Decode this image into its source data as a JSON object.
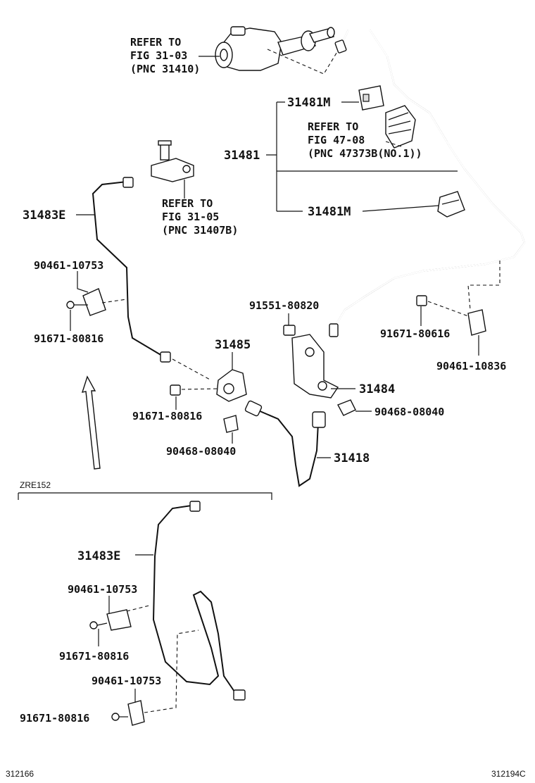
{
  "labels": {
    "refer_3103": [
      "REFER TO",
      "FIG 31-03",
      "(PNC 31410)"
    ],
    "refer_4708": [
      "REFER TO",
      "FIG 47-08",
      "(PNC 47373B(NO.1))"
    ],
    "refer_3105": [
      "REFER TO",
      "FIG 31-05",
      "(PNC 31407B)"
    ],
    "p31481": "31481",
    "p31481M_top": "31481M",
    "p31481M_bot": "31481M",
    "p31483E": "31483E",
    "p90461_10753": "90461-10753",
    "p91671_80816": "91671-80816",
    "p91551_80820": "91551-80820",
    "p91671_80616": "91671-80616",
    "p90461_10836": "90461-10836",
    "p31485": "31485",
    "p31484": "31484",
    "p90468_08040_right": "90468-08040",
    "p91671_80816_mid": "91671-80816",
    "p90468_08040_mid": "90468-08040",
    "p31418": "31418",
    "zre152": "ZRE152",
    "p31483E_low": "31483E",
    "p90461_10753_low1": "90461-10753",
    "p91671_80816_low1": "91671-80816",
    "p90461_10753_low2": "90461-10753",
    "p91671_80816_low2": "91671-80816",
    "code_left": "312166",
    "code_right": "312194C"
  },
  "colors": {
    "ink": "#111111",
    "background": "#ffffff"
  }
}
